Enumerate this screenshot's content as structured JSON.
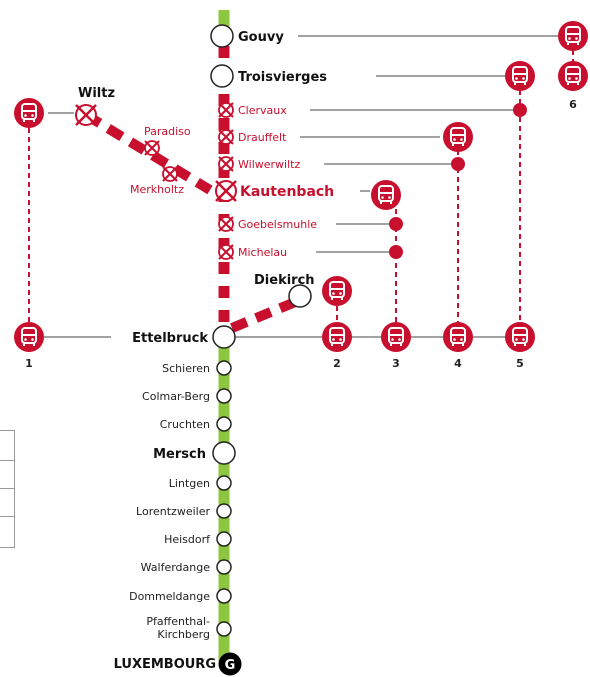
{
  "colors": {
    "line_green": "#8dc63f",
    "disruption_red": "#c8102e",
    "station_fill": "#ffffff",
    "station_stroke": "#222222",
    "terminus_fill": "#000000"
  },
  "stations": {
    "gouvy": "Gouvy",
    "troisvierges": "Troisvierges",
    "clervaux": "Clervaux",
    "drauffelt": "Drauffelt",
    "wilwerwiltz": "Wilwerwiltz",
    "kautenbach": "Kautenbach",
    "goebelsmuhle": "Goebelsmuhle",
    "michelau": "Michelau",
    "diekirch": "Diekirch",
    "ettelbruck": "Ettelbruck",
    "schieren": "Schieren",
    "colmar_berg": "Colmar-Berg",
    "cruchten": "Cruchten",
    "mersch": "Mersch",
    "lintgen": "Lintgen",
    "lorentzweiler": "Lorentzweiler",
    "heisdorf": "Heisdorf",
    "walferdange": "Walferdange",
    "dommeldange": "Dommeldange",
    "pfaffenthal_1": "Pfaffenthal-",
    "pfaffenthal_2": "Kirchberg",
    "luxembourg": "LUXEMBOURG",
    "wiltz": "Wiltz",
    "paradiso": "Paradiso",
    "merkholtz": "Merkholtz"
  },
  "bus_routes": [
    "1",
    "2",
    "3",
    "4",
    "5",
    "6"
  ],
  "icons": {
    "bus": "bus-icon",
    "closed_station": "closed-station-icon",
    "terminus": "terminus-g-icon"
  },
  "terminus_letter": "G"
}
